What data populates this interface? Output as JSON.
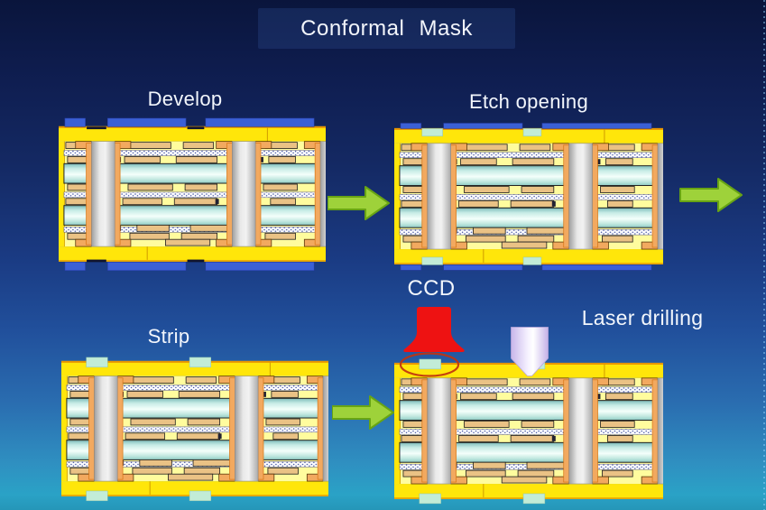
{
  "title": "Conformal Mask",
  "stages": [
    {
      "id": "develop",
      "label": "Develop",
      "variant": "photoresist-mask-on-both-sides"
    },
    {
      "id": "etch-opening",
      "label": "Etch opening",
      "variant": "mask-with-etched-openings"
    },
    {
      "id": "strip",
      "label": "Strip",
      "variant": "mask-stripped-openings-exposed"
    },
    {
      "id": "laser-drilling",
      "label": "Laser drilling",
      "variant": "mask-stripped-openings-exposed"
    }
  ],
  "annotations": {
    "ccd_label": "CCD"
  },
  "icons": {
    "flow_arrow": "green-right-arrow",
    "ccd_sensor": "red-ccd-camera",
    "ccd_highlight": "red-ellipse-outline",
    "laser": "lavender-laser-beam-nozzle"
  },
  "colors": {
    "background_top": "#0a153c",
    "background_bottom": "#2aa2c6",
    "board_yellow": "#ffe60a",
    "board_inner_yellow": "#fffc9e",
    "mask_blue": "#3b60d6",
    "core_cyan": "#bfe7e0",
    "pad_tan": "#eac285",
    "via_gray": "#c9c9c9",
    "via_sleeve_orange": "#f2a95f",
    "opening_mint": "#c2ecd7",
    "arrow_green": "#9ed23a",
    "ccd_red": "#ee1212",
    "laser_lavender": "#d9cbf2",
    "label_text": "#f2f6fc"
  }
}
